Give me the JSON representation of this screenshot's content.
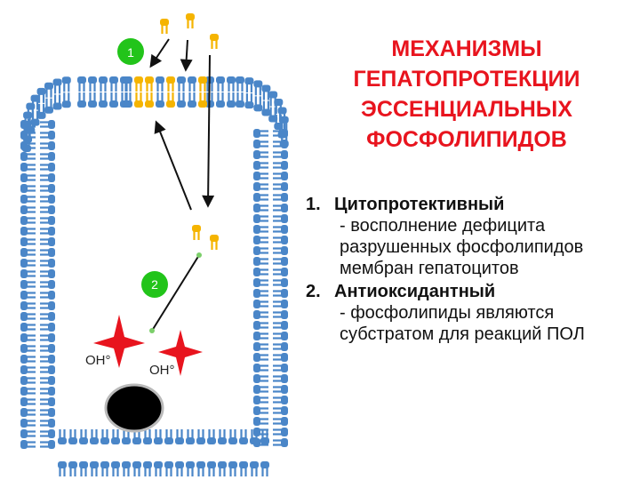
{
  "title_lines": [
    "МЕХАНИЗМЫ",
    "ГЕПАТОПРОТЕКЦИИ",
    "ЭССЕНЦИАЛЬНЫХ",
    "ФОСФОЛИПИДОВ"
  ],
  "mechanisms": [
    {
      "number": "1.",
      "name": "Цитопротективный",
      "description": "- восполнение дефицита разрушенных фосфолипидов мембран гепатоцитов"
    },
    {
      "number": "2.",
      "name": "Антиоксидантный",
      "description": "- фосфолипиды являются субстратом для реакций ПОЛ"
    }
  ],
  "diagram": {
    "badges": [
      "1",
      "2"
    ],
    "radical_labels": [
      "OH°",
      "OH°"
    ],
    "colors": {
      "membrane": "#4a86c8",
      "added_phospholipid": "#f5b400",
      "badge": "#22c41a",
      "radical": "#e8141e",
      "title": "#e8141e",
      "nucleus": "#000000"
    }
  }
}
